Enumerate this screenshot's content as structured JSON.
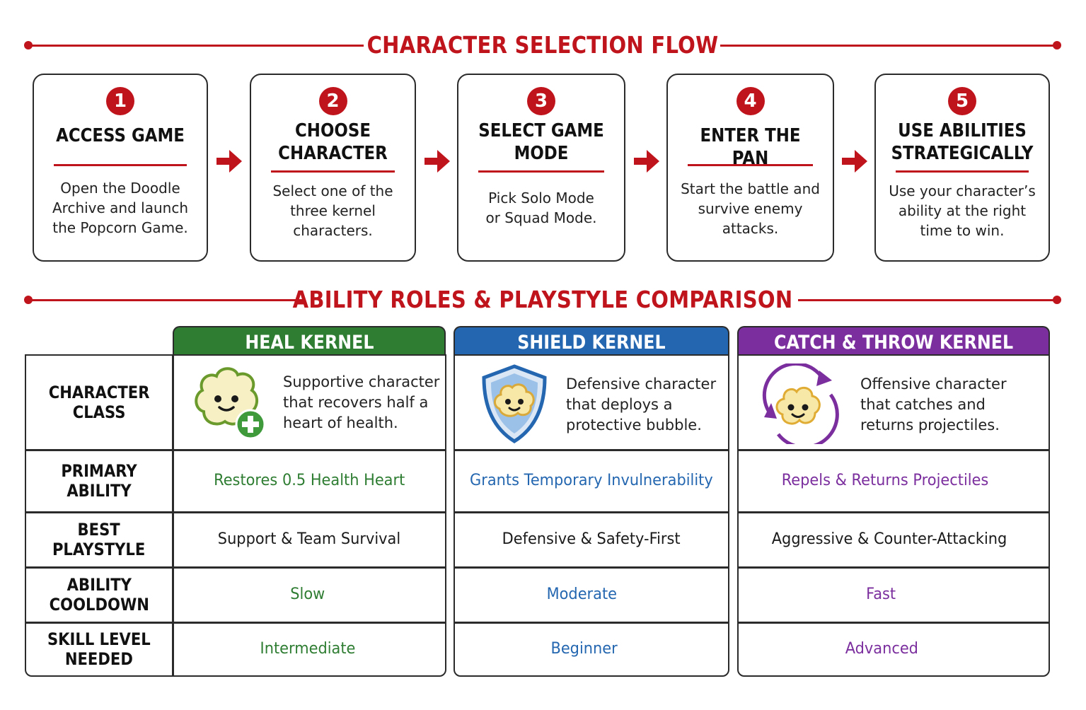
{
  "flow": {
    "title": "CHARACTER SELECTION FLOW",
    "steps": [
      {
        "number": "1",
        "title": "ACCESS GAME",
        "description": "Open the Doodle\nArchive and launch\nthe Popcorn Game."
      },
      {
        "number": "2",
        "title": "CHOOSE\nCHARACTER",
        "description": "Select one of the\nthree kernel\ncharacters."
      },
      {
        "number": "3",
        "title": "SELECT GAME\nMODE",
        "description": "Pick Solo Mode\nor Squad Mode."
      },
      {
        "number": "4",
        "title": "ENTER THE PAN",
        "description": "Start the battle and\nsurvive enemy\nattacks."
      },
      {
        "number": "5",
        "title": "USE ABILITIES\nSTRATEGICALLY",
        "description": "Use your character’s\nability at the right\ntime to win."
      }
    ]
  },
  "comparison": {
    "title": "ABILITY ROLES & PLAYSTYLE COMPARISON",
    "row_labels": [
      "CHARACTER\nCLASS",
      "PRIMARY\nABILITY",
      "BEST\nPLAYSTYLE",
      "ABILITY\nCOOLDOWN",
      "SKILL LEVEL\nNEEDED"
    ],
    "columns": [
      {
        "name": "HEAL KERNEL",
        "color": "#2e7d32",
        "icon": "heal-kernel-plus-icon",
        "class_description": "Supportive character\nthat recovers half a\nheart of health.",
        "primary_ability": "Restores 0.5 Health Heart",
        "best_playstyle": "Support & Team Survival",
        "ability_cooldown": "Slow",
        "skill_level": "Intermediate"
      },
      {
        "name": "SHIELD KERNEL",
        "color": "#2467b0",
        "icon": "shield-kernel-icon",
        "class_description": "Defensive character\nthat deploys a\nprotective bubble.",
        "primary_ability": "Grants Temporary Invulnerability",
        "best_playstyle": "Defensive & Safety-First",
        "ability_cooldown": "Moderate",
        "skill_level": "Beginner"
      },
      {
        "name": "CATCH & THROW KERNEL",
        "color": "#7b2f9e",
        "icon": "catch-throw-kernel-icon",
        "class_description": "Offensive character\nthat catches and\nreturns projectiles.",
        "primary_ability": "Repels & Returns Projectiles",
        "best_playstyle": "Aggressive & Counter-Attacking",
        "ability_cooldown": "Fast",
        "skill_level": "Advanced"
      }
    ]
  },
  "colors": {
    "accent": "#c0141c",
    "border": "#2b2b2b"
  }
}
